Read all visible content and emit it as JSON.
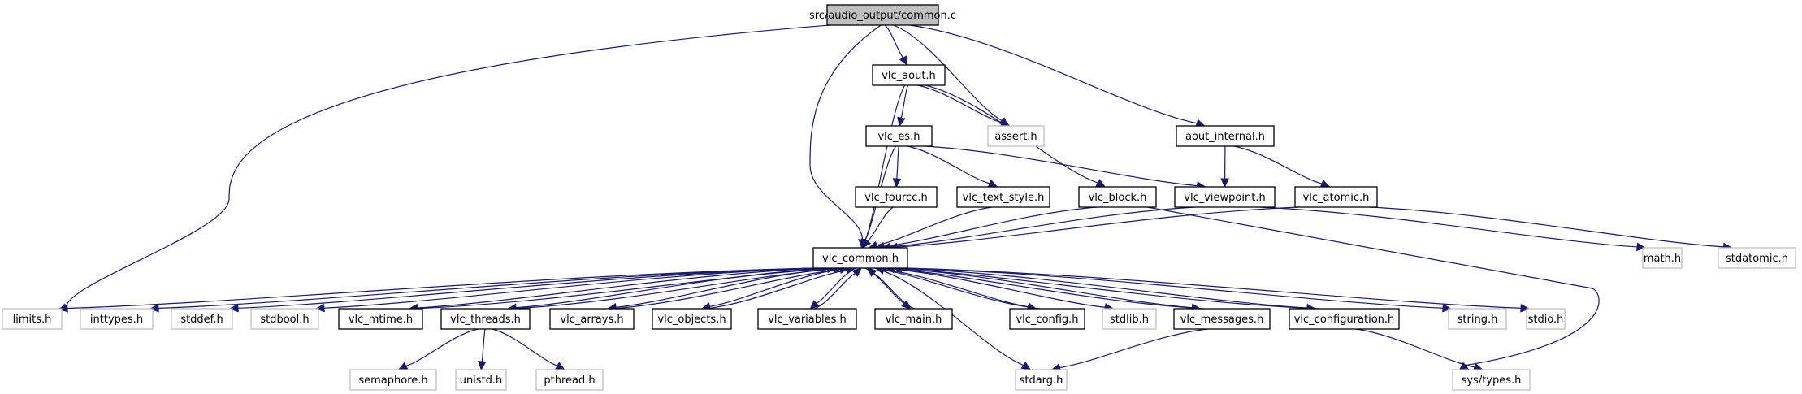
{
  "title": "src/audio_output/common.c",
  "colors": {
    "edge": "#191970",
    "root_fill": "#bfbfbf",
    "root_border": "#000000",
    "documented_border": "#000000",
    "external_border": "#bfbfbf",
    "node_fill": "#ffffff"
  },
  "nodes": [
    {
      "id": "root",
      "label": "src/audio_output/common.c",
      "kind": "root"
    },
    {
      "id": "vlc_aout",
      "label": "vlc_aout.h",
      "kind": "documented"
    },
    {
      "id": "assert",
      "label": "assert.h",
      "kind": "external"
    },
    {
      "id": "aout_internal",
      "label": "aout_internal.h",
      "kind": "documented"
    },
    {
      "id": "vlc_es",
      "label": "vlc_es.h",
      "kind": "documented"
    },
    {
      "id": "vlc_fourcc",
      "label": "vlc_fourcc.h",
      "kind": "documented"
    },
    {
      "id": "vlc_text_style",
      "label": "vlc_text_style.h",
      "kind": "documented"
    },
    {
      "id": "vlc_block",
      "label": "vlc_block.h",
      "kind": "documented"
    },
    {
      "id": "vlc_viewpoint",
      "label": "vlc_viewpoint.h",
      "kind": "documented"
    },
    {
      "id": "vlc_atomic",
      "label": "vlc_atomic.h",
      "kind": "documented"
    },
    {
      "id": "vlc_common",
      "label": "vlc_common.h",
      "kind": "documented"
    },
    {
      "id": "limits",
      "label": "limits.h",
      "kind": "external"
    },
    {
      "id": "inttypes",
      "label": "inttypes.h",
      "kind": "external"
    },
    {
      "id": "stddef",
      "label": "stddef.h",
      "kind": "external"
    },
    {
      "id": "stdbool",
      "label": "stdbool.h",
      "kind": "external"
    },
    {
      "id": "vlc_mtime",
      "label": "vlc_mtime.h",
      "kind": "documented"
    },
    {
      "id": "vlc_threads",
      "label": "vlc_threads.h",
      "kind": "documented"
    },
    {
      "id": "vlc_arrays",
      "label": "vlc_arrays.h",
      "kind": "documented"
    },
    {
      "id": "vlc_objects",
      "label": "vlc_objects.h",
      "kind": "documented"
    },
    {
      "id": "vlc_variables",
      "label": "vlc_variables.h",
      "kind": "documented"
    },
    {
      "id": "vlc_main",
      "label": "vlc_main.h",
      "kind": "documented"
    },
    {
      "id": "vlc_config",
      "label": "vlc_config.h",
      "kind": "documented"
    },
    {
      "id": "stdlib",
      "label": "stdlib.h",
      "kind": "external"
    },
    {
      "id": "vlc_messages",
      "label": "vlc_messages.h",
      "kind": "documented"
    },
    {
      "id": "vlc_configuration",
      "label": "vlc_configuration.h",
      "kind": "documented"
    },
    {
      "id": "string",
      "label": "string.h",
      "kind": "external"
    },
    {
      "id": "stdio",
      "label": "stdio.h",
      "kind": "external"
    },
    {
      "id": "semaphore",
      "label": "semaphore.h",
      "kind": "external"
    },
    {
      "id": "unistd",
      "label": "unistd.h",
      "kind": "external"
    },
    {
      "id": "pthread",
      "label": "pthread.h",
      "kind": "external"
    },
    {
      "id": "stdarg",
      "label": "stdarg.h",
      "kind": "external"
    },
    {
      "id": "sys_types",
      "label": "sys/types.h",
      "kind": "external"
    },
    {
      "id": "math",
      "label": "math.h",
      "kind": "external"
    },
    {
      "id": "stdatomic",
      "label": "stdatomic.h",
      "kind": "external"
    }
  ],
  "edges": [
    [
      "root",
      "vlc_aout"
    ],
    [
      "root",
      "assert"
    ],
    [
      "root",
      "aout_internal"
    ],
    [
      "root",
      "vlc_common"
    ],
    [
      "root",
      "limits"
    ],
    [
      "vlc_aout",
      "vlc_es"
    ],
    [
      "vlc_aout",
      "assert"
    ],
    [
      "vlc_aout",
      "vlc_block"
    ],
    [
      "vlc_aout",
      "vlc_common"
    ],
    [
      "vlc_es",
      "vlc_fourcc"
    ],
    [
      "vlc_es",
      "vlc_text_style"
    ],
    [
      "vlc_es",
      "vlc_viewpoint"
    ],
    [
      "vlc_es",
      "vlc_common"
    ],
    [
      "aout_internal",
      "vlc_viewpoint"
    ],
    [
      "aout_internal",
      "vlc_atomic"
    ],
    [
      "vlc_fourcc",
      "vlc_common"
    ],
    [
      "vlc_text_style",
      "vlc_common"
    ],
    [
      "vlc_block",
      "vlc_common"
    ],
    [
      "vlc_block",
      "sys_types"
    ],
    [
      "vlc_viewpoint",
      "vlc_common"
    ],
    [
      "vlc_viewpoint",
      "math"
    ],
    [
      "vlc_atomic",
      "vlc_common"
    ],
    [
      "vlc_atomic",
      "stdatomic"
    ],
    [
      "vlc_common",
      "limits"
    ],
    [
      "vlc_common",
      "inttypes"
    ],
    [
      "vlc_common",
      "stddef"
    ],
    [
      "vlc_common",
      "stdbool"
    ],
    [
      "vlc_common",
      "vlc_mtime"
    ],
    [
      "vlc_common",
      "vlc_threads"
    ],
    [
      "vlc_common",
      "vlc_arrays"
    ],
    [
      "vlc_common",
      "vlc_objects"
    ],
    [
      "vlc_common",
      "vlc_variables"
    ],
    [
      "vlc_common",
      "vlc_main"
    ],
    [
      "vlc_common",
      "vlc_config"
    ],
    [
      "vlc_common",
      "stdlib"
    ],
    [
      "vlc_common",
      "vlc_messages"
    ],
    [
      "vlc_common",
      "vlc_configuration"
    ],
    [
      "vlc_common",
      "string"
    ],
    [
      "vlc_common",
      "stdio"
    ],
    [
      "vlc_common",
      "stdarg"
    ],
    [
      "vlc_mtime",
      "vlc_common"
    ],
    [
      "vlc_threads",
      "vlc_common"
    ],
    [
      "vlc_arrays",
      "vlc_common"
    ],
    [
      "vlc_objects",
      "vlc_common"
    ],
    [
      "vlc_variables",
      "vlc_common"
    ],
    [
      "vlc_main",
      "vlc_common"
    ],
    [
      "vlc_config",
      "vlc_common"
    ],
    [
      "vlc_messages",
      "vlc_common"
    ],
    [
      "vlc_configuration",
      "vlc_common"
    ],
    [
      "vlc_threads",
      "semaphore"
    ],
    [
      "vlc_threads",
      "unistd"
    ],
    [
      "vlc_threads",
      "pthread"
    ],
    [
      "vlc_messages",
      "stdarg"
    ],
    [
      "vlc_configuration",
      "sys_types"
    ]
  ]
}
